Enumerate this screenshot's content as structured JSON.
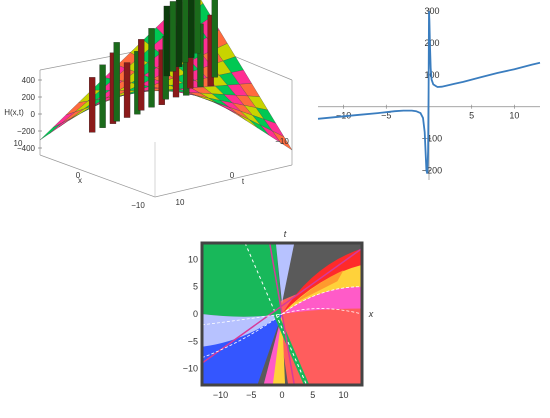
{
  "chart_data": [
    {
      "type": "surface",
      "zlabel": "H(x,t)",
      "xlabel": "x",
      "ylabel": "t",
      "zticks": [
        "400",
        "200",
        "0",
        "−200",
        "−400"
      ],
      "xticks": [
        "10",
        "0",
        "−10"
      ],
      "yticks": [
        "10",
        "0",
        "−10"
      ],
      "zlim": [
        -400,
        400
      ],
      "xlim": [
        -12,
        12
      ],
      "ylim": [
        -12,
        12
      ],
      "colors": [
        "#00c853",
        "#ff2e92",
        "#ff6a3d",
        "#c8d400",
        "#1b6b1b",
        "#8b1a1a"
      ]
    },
    {
      "type": "line",
      "xticks": [
        "−10",
        "−5",
        "5",
        "10"
      ],
      "yticks": [
        "300",
        "200",
        "100",
        "−100",
        "−200"
      ],
      "xlim": [
        -13,
        13
      ],
      "ylim": [
        -230,
        310
      ],
      "color": "#3a7dbf",
      "x": [
        -13,
        -10,
        -8,
        -6,
        -4,
        -3,
        -2,
        -1.5,
        -1,
        -0.7,
        -0.5,
        -0.3,
        -0.2,
        -0.1,
        -0.05,
        0,
        0.05,
        0.1,
        0.2,
        0.3,
        0.5,
        0.8,
        1,
        1.5,
        2,
        3,
        4,
        6,
        8,
        10,
        12,
        13
      ],
      "y": [
        -38,
        -30,
        -25,
        -20,
        -14,
        -12,
        -12,
        -14,
        -20,
        -35,
        -80,
        -200,
        -210,
        -140,
        50,
        300,
        270,
        200,
        120,
        85,
        70,
        65,
        62,
        63,
        66,
        72,
        78,
        92,
        106,
        118,
        132,
        138
      ]
    },
    {
      "type": "contour",
      "xlabel": "x",
      "ylabel": "t",
      "xticks": [
        "−10",
        "−5",
        "0",
        "5",
        "10"
      ],
      "yticks": [
        "10",
        "5",
        "0",
        "−5",
        "−10"
      ],
      "xlim": [
        -13,
        13
      ],
      "ylim": [
        -13,
        13
      ],
      "colors": {
        "background": "#5a5a5a",
        "green": "#18b85a",
        "salmon": "#ff5d5d",
        "pink": "#ff5bc8",
        "yellow": "#ffd23a",
        "orange": "#ff9a2e",
        "red": "#ff2a2a",
        "lavender": "#b7c2ff",
        "blue": "#3456ff",
        "magenta": "#d63a9a"
      }
    }
  ]
}
